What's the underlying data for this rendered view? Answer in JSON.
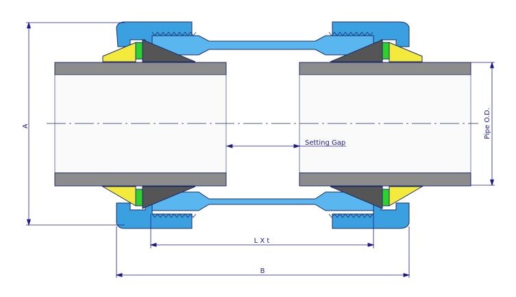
{
  "labels": {
    "dim_a": "A",
    "dim_b": "B",
    "dim_lxt": "L X t",
    "pipe_od": "Pipe O.D.",
    "setting_gap": "Setting Gap"
  },
  "colors": {
    "body_blue": "#3aa0e0",
    "body_light_blue": "#5ab6ee",
    "outline": "#1b2a6b",
    "pipe_gray": "#8c8c8c",
    "pipe_inner": "#fafafa",
    "ferrule_yellow": "#f3ea3c",
    "seal_green": "#2fd12f",
    "cone_dark": "#555555",
    "dimension": "#1a1a8c"
  }
}
